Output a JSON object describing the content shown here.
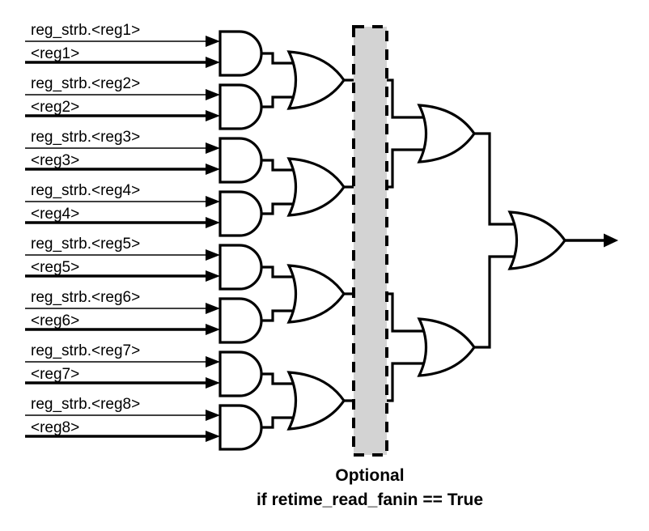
{
  "colors": {
    "stroke": "#000000",
    "gate_fill": "#ffffff",
    "band_fill": "#d3d3d3",
    "background": "#ffffff"
  },
  "inputs": [
    {
      "strobe": "reg_strb.<reg1>",
      "value": "<reg1>"
    },
    {
      "strobe": "reg_strb.<reg2>",
      "value": "<reg2>"
    },
    {
      "strobe": "reg_strb.<reg3>",
      "value": "<reg3>"
    },
    {
      "strobe": "reg_strb.<reg4>",
      "value": "<reg4>"
    },
    {
      "strobe": "reg_strb.<reg5>",
      "value": "<reg5>"
    },
    {
      "strobe": "reg_strb.<reg6>",
      "value": "<reg6>"
    },
    {
      "strobe": "reg_strb.<reg7>",
      "value": "<reg7>"
    },
    {
      "strobe": "reg_strb.<reg8>",
      "value": "<reg8>"
    }
  ],
  "structure": {
    "and_gates": 8,
    "or_gates_stage2": 4,
    "or_gates_stage3": 2,
    "or_gates_final": 1
  },
  "caption": {
    "line1": "Optional",
    "line2": "if retime_read_fanin == True"
  }
}
